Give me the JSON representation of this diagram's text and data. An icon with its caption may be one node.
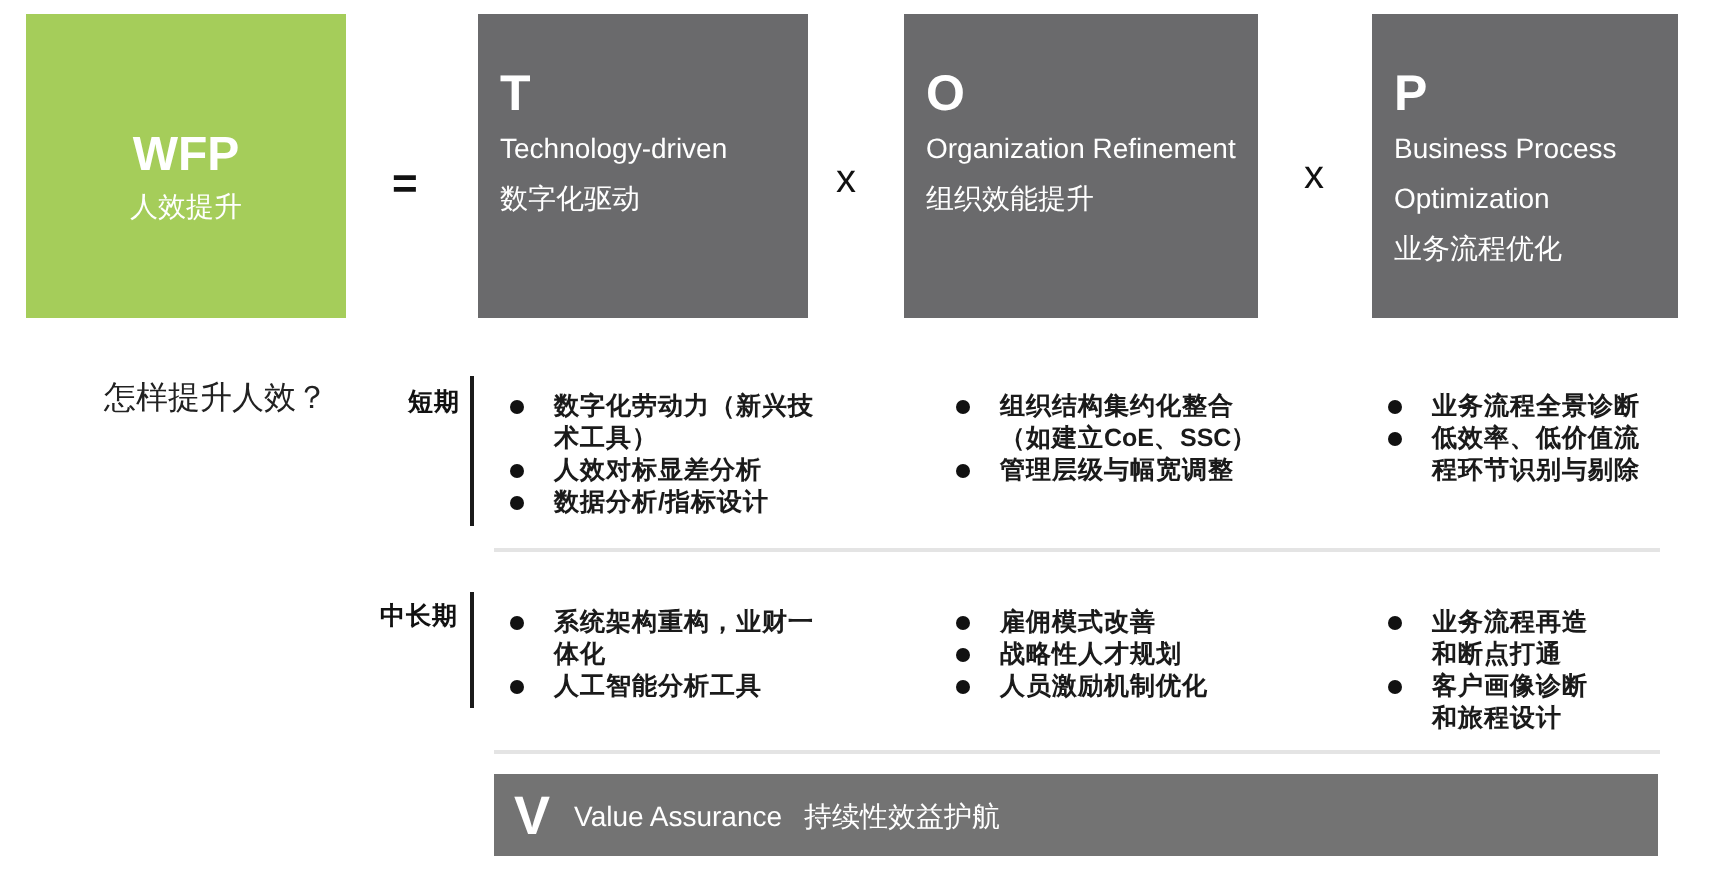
{
  "diagram": {
    "nodes": [
      {
        "text": [
          "WFP",
          "人效提升"
        ]
      },
      {
        "text": [
          "T",
          "Technology-driven",
          "数字化驱动"
        ]
      },
      {
        "text": [
          "O",
          "Organization Refinement",
          "组织效能提升"
        ]
      },
      {
        "text": [
          "P",
          "Business Process Optimization",
          "业务流程优化"
        ]
      },
      {
        "text": [
          "V",
          "Value Assurance",
          "持续性效益护航"
        ]
      }
    ],
    "labels": [
      "=",
      "x",
      "x",
      "怎样提升人效？",
      "短期",
      "数字化劳动力（新兴技术工具）",
      "人效对标显差分析",
      "数据分析/指标设计",
      "组织结构集约化整合（如建立CoE、SSC）",
      "管理层级与幅宽调整",
      "业务流程全景诊断",
      "低效率、低价值流程环节识别与剔除",
      "中长期",
      "系统架构重构，业财一体化",
      "人工智能分析工具",
      "雇佣模式改善",
      "战略性人才规划",
      "人员激励机制优化",
      "业务流程再造和断点打通",
      "客户画像诊断和旅程设计"
    ]
  }
}
